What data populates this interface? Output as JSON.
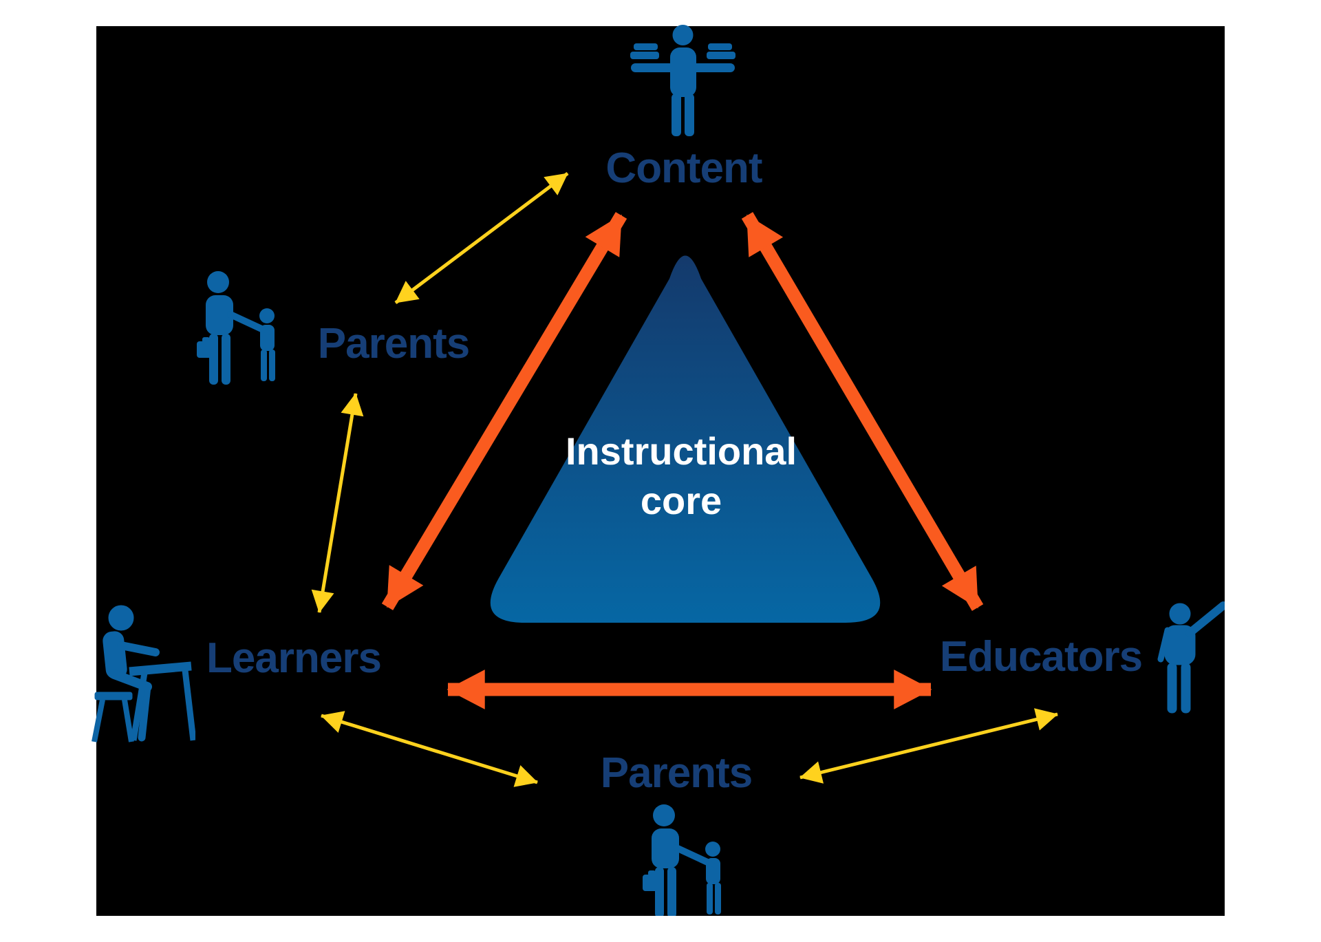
{
  "title": "Instructional core diagram",
  "colors": {
    "page-bg": "#FFFFFF",
    "panel-bg": "#000000",
    "icon-blue": "#0D64A5",
    "label-navy": "#163E76",
    "arrow-yellow": "#FFD21E",
    "arrow-orange": "#FA5B1F",
    "triangle-top": "#14396B",
    "triangle-bottom": "#0667A4",
    "core-text": "#FFFFFF"
  },
  "triangle": {
    "label_line1": "Instructional",
    "label_line2": "core"
  },
  "nodes": {
    "content": {
      "label": "Content"
    },
    "parents_left": {
      "label": "Parents"
    },
    "learners": {
      "label": "Learners"
    },
    "educators": {
      "label": "Educators"
    },
    "parents_bottom": {
      "label": "Parents"
    }
  },
  "icons": {
    "content": "person-balancing-books-icon",
    "parents_left": "parent-and-child-icon",
    "learners": "student-at-desk-icon",
    "educators": "teacher-pointing-icon",
    "parents_bottom": "parent-and-child-icon"
  },
  "connections": [
    {
      "from": "Parents",
      "to": "Content",
      "type": "two-way",
      "style": "thin-yellow"
    },
    {
      "from": "Parents",
      "to": "Learners",
      "type": "two-way",
      "style": "thin-yellow"
    },
    {
      "from": "Learners",
      "to": "Parents",
      "type": "two-way",
      "style": "thin-yellow"
    },
    {
      "from": "Parents",
      "to": "Educators",
      "type": "two-way",
      "style": "thin-yellow"
    },
    {
      "from": "Content",
      "to": "Learners",
      "type": "two-way",
      "style": "thick-orange"
    },
    {
      "from": "Content",
      "to": "Educators",
      "type": "two-way",
      "style": "thick-orange"
    },
    {
      "from": "Learners",
      "to": "Educators",
      "type": "two-way",
      "style": "thick-orange"
    }
  ]
}
